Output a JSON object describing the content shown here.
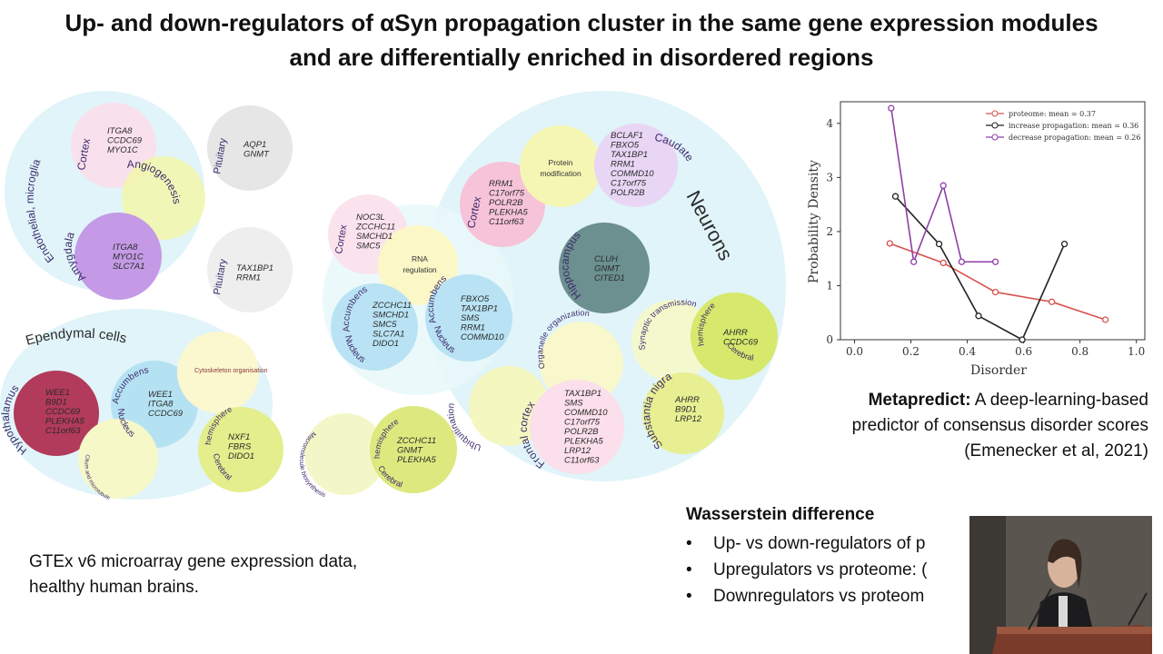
{
  "slide": {
    "title_line1": "Up- and down-regulators of αSyn propagation cluster in the same gene expression modules",
    "title_line2": "and are differentially enriched in disordered regions"
  },
  "modules": {
    "cortex1": {
      "label": "Cortex",
      "genes": [
        "ITGA8",
        "CCDC69",
        "MYO1C"
      ]
    },
    "endothelial": {
      "label": "Endothelial, microglia"
    },
    "angiogenesis": {
      "label": "Angiogenesis"
    },
    "amygdala": {
      "label": "Amygdala",
      "genes": [
        "ITGA8",
        "MYO1C",
        "SLC7A1"
      ]
    },
    "pituitary1": {
      "label": "Pituitary",
      "genes": [
        "AQP1",
        "GNMT"
      ]
    },
    "pituitary2": {
      "label": "Pituitary",
      "genes": [
        "TAX1BP1",
        "RRM1"
      ]
    },
    "ependymal": {
      "label": "Ependymal cells"
    },
    "hypothalamus": {
      "label": "Hypothalamus",
      "genes": [
        "WEE1",
        "B9D1",
        "CCDC69",
        "PLEKHA5",
        "C11orf63"
      ]
    },
    "accumbens1": {
      "label": "Accumbens",
      "label2": "Nucleus",
      "genes": [
        "WEE1",
        "ITGA8",
        "CCDC69"
      ]
    },
    "cytoskeleton": {
      "label": "Cytoskeleton organisation"
    },
    "cilium": {
      "label": "Cilium and microtubule"
    },
    "cerebral1": {
      "label": "hemisphere",
      "label2": "Cerebral",
      "genes": [
        "NXF1",
        "FBRS",
        "DIDO1"
      ]
    },
    "macromolecule": {
      "label": "Macromolecule biosynthesis"
    },
    "cerebral2": {
      "label": "hemisphere",
      "label2": "Cerebral",
      "genes": [
        "ZCCHC11",
        "GNMT",
        "PLEKHA5"
      ]
    },
    "cortex2": {
      "label": "Cortex",
      "genes": [
        "NOC3L",
        "ZCCHC11",
        "SMCHD1",
        "SMC5"
      ]
    },
    "rna": {
      "label1": "RNA",
      "label2": "regulation"
    },
    "accumbens2": {
      "label": "Accumbens",
      "label2": "Nucleus",
      "genes": [
        "ZCCHC11",
        "SMCHD1",
        "SMC5",
        "SLC7A1",
        "DIDO1"
      ]
    },
    "accumbens3": {
      "label": "Accumbens",
      "label2": "Nucleus",
      "genes": [
        "FBXO5",
        "TAX1BP1",
        "SMS",
        "RRM1",
        "COMMD10"
      ]
    },
    "neurons": {
      "label": "Neurons"
    },
    "cortex3": {
      "label": "Cortex",
      "genes": [
        "RRM1",
        "C17orf75",
        "POLR2B",
        "PLEKHA5",
        "C11orf63"
      ]
    },
    "protein": {
      "label1": "Protein",
      "label2": "modification"
    },
    "caudate": {
      "label": "Caudate",
      "genes": [
        "BCLAF1",
        "FBXO5",
        "TAX1BP1",
        "RRM1",
        "COMMD10",
        "C17orf75",
        "POLR2B"
      ]
    },
    "hippocampus": {
      "label": "Hippocampus",
      "genes": [
        "CLUH",
        "GNMT",
        "CITED1"
      ]
    },
    "cerebral3": {
      "label": "hemisphere",
      "label2": "Cerebral",
      "genes": [
        "AHRR",
        "CCDC69"
      ]
    },
    "synaptic": {
      "label": "Synaptic transmission"
    },
    "organelle": {
      "label": "Organelle organization"
    },
    "ubiquitination": {
      "label": "Ubiquitination"
    },
    "frontal": {
      "label": "Frontal cortex",
      "genes": [
        "TAX1BP1",
        "SMS",
        "COMMD10",
        "C17orf75",
        "POLR2B",
        "PLEKHA5",
        "LRP12",
        "C11orf63"
      ]
    },
    "substantia": {
      "label": "Substantia nigra",
      "genes": [
        "AHRR",
        "B9D1",
        "LRP12"
      ]
    }
  },
  "chart_data": {
    "type": "line",
    "xlabel": "Disorder",
    "ylabel": "Probability Density",
    "xlim": [
      -0.05,
      1.03
    ],
    "ylim": [
      0,
      4.4
    ],
    "xticks": [
      "0.0",
      "0.2",
      "0.4",
      "0.6",
      "0.8",
      "1.0"
    ],
    "yticks": [
      "0",
      "1",
      "2",
      "3",
      "4"
    ],
    "legend_position": "top-right",
    "series": [
      {
        "name": "proteome: mean = 0.37",
        "color": "#d9534f",
        "x": [
          0.125,
          0.315,
          0.5,
          0.7,
          0.89
        ],
        "y": [
          1.78,
          1.42,
          0.88,
          0.7,
          0.37
        ]
      },
      {
        "name": "increase propagation: mean = 0.36",
        "color": "#222222",
        "x": [
          0.145,
          0.3,
          0.44,
          0.595,
          0.745
        ],
        "y": [
          2.65,
          1.77,
          0.44,
          0.0,
          1.77
        ]
      },
      {
        "name": "decrease propagation: mean = 0.26",
        "color": "#8e3fa8",
        "x": [
          0.13,
          0.21,
          0.315,
          0.38,
          0.5
        ],
        "y": [
          4.28,
          1.44,
          2.85,
          1.44,
          1.44
        ]
      }
    ]
  },
  "caption": {
    "bold": "Metapredict:",
    "rest": " A deep-learning-based",
    "line2": "predictor of consensus disorder scores",
    "line3": "(Emenecker et al, 2021)"
  },
  "gtex": {
    "line1": "GTEx v6 microarray gene expression data,",
    "line2": "healthy human brains."
  },
  "wasserstein": {
    "title": "Wasserstein difference",
    "items": [
      "Up- vs down-regulators of p",
      "Upregulators vs proteome: (",
      "Downregulators vs proteom"
    ]
  }
}
